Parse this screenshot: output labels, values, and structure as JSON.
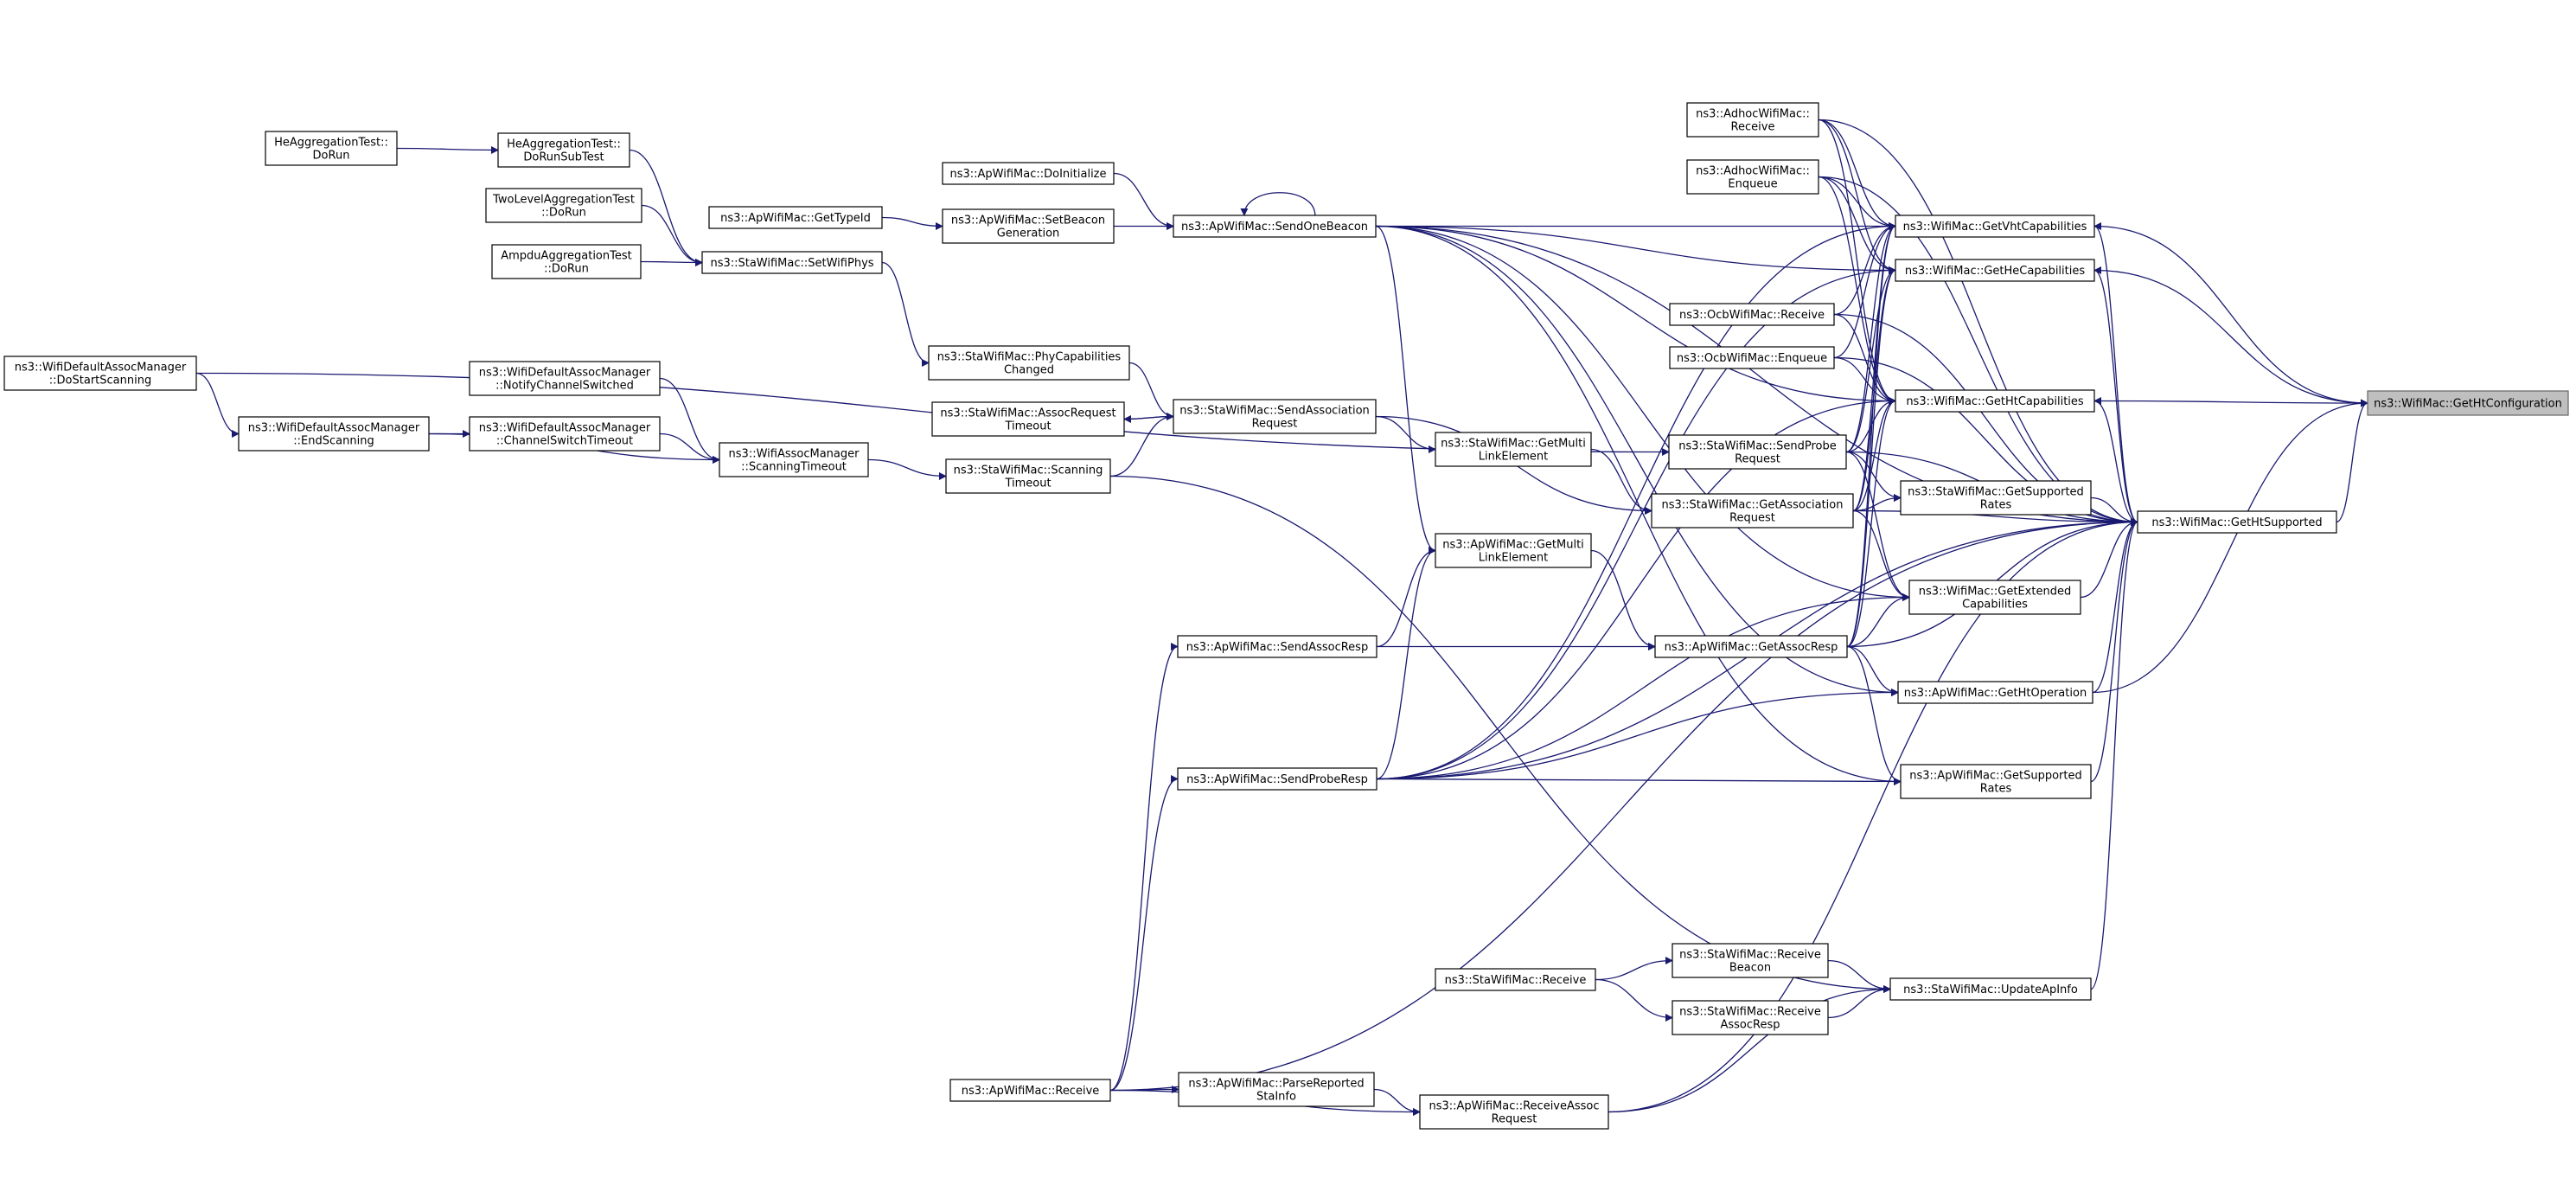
{
  "graph": {
    "kind": "caller graph",
    "colors": {
      "edge": "#191970",
      "node_border": "#000000",
      "root_fill": "#bfbfbf",
      "background": "#ffffff"
    },
    "nodes": [
      {
        "id": "root",
        "lines": [
          "ns3::WifiMac::GetHtConfiguration"
        ],
        "root": true
      },
      {
        "id": "vht",
        "lines": [
          "ns3::WifiMac::GetVhtCapabilities"
        ]
      },
      {
        "id": "he",
        "lines": [
          "ns3::WifiMac::GetHeCapabilities"
        ]
      },
      {
        "id": "htcap",
        "lines": [
          "ns3::WifiMac::GetHtCapabilities"
        ]
      },
      {
        "id": "htsup",
        "lines": [
          "ns3::WifiMac::GetHtSupported"
        ]
      },
      {
        "id": "adhocRecv",
        "lines": [
          "ns3::AdhocWifiMac::",
          "Receive"
        ]
      },
      {
        "id": "adhocEnq",
        "lines": [
          "ns3::AdhocWifiMac::",
          "Enqueue"
        ]
      },
      {
        "id": "ocbRecv",
        "lines": [
          "ns3::OcbWifiMac::Receive"
        ]
      },
      {
        "id": "ocbEnq",
        "lines": [
          "ns3::OcbWifiMac::Enqueue"
        ]
      },
      {
        "id": "staProbe",
        "lines": [
          "ns3::StaWifiMac::SendProbe",
          "Request"
        ]
      },
      {
        "id": "staSuppRates",
        "lines": [
          "ns3::StaWifiMac::GetSupported",
          "Rates"
        ]
      },
      {
        "id": "staGetAssoc",
        "lines": [
          "ns3::StaWifiMac::GetAssociation",
          "Request"
        ]
      },
      {
        "id": "extCap",
        "lines": [
          "ns3::WifiMac::GetExtended",
          "Capabilities"
        ]
      },
      {
        "id": "apGetAssocResp",
        "lines": [
          "ns3::ApWifiMac::GetAssocResp"
        ]
      },
      {
        "id": "apHtOp",
        "lines": [
          "ns3::ApWifiMac::GetHtOperation"
        ]
      },
      {
        "id": "apSuppRates",
        "lines": [
          "ns3::ApWifiMac::GetSupported",
          "Rates"
        ]
      },
      {
        "id": "staUpdateAp",
        "lines": [
          "ns3::StaWifiMac::UpdateApInfo"
        ]
      },
      {
        "id": "staRecvBeacon",
        "lines": [
          "ns3::StaWifiMac::Receive",
          "Beacon"
        ]
      },
      {
        "id": "staRecvAssocResp",
        "lines": [
          "ns3::StaWifiMac::Receive",
          "AssocResp"
        ]
      },
      {
        "id": "staRecv",
        "lines": [
          "ns3::StaWifiMac::Receive"
        ]
      },
      {
        "id": "apRecvAssocReq",
        "lines": [
          "ns3::ApWifiMac::ReceiveAssoc",
          "Request"
        ]
      },
      {
        "id": "apParseReported",
        "lines": [
          "ns3::ApWifiMac::ParseReported",
          "StaInfo"
        ]
      },
      {
        "id": "apRecv",
        "lines": [
          "ns3::ApWifiMac::Receive"
        ]
      },
      {
        "id": "apSendOneBeacon",
        "lines": [
          "ns3::ApWifiMac::SendOneBeacon"
        ]
      },
      {
        "id": "apSetBeaconGen",
        "lines": [
          "ns3::ApWifiMac::SetBeacon",
          "Generation"
        ]
      },
      {
        "id": "apGetTypeId",
        "lines": [
          "ns3::ApWifiMac::GetTypeId"
        ]
      },
      {
        "id": "apDoInit",
        "lines": [
          "ns3::ApWifiMac::DoInitialize"
        ]
      },
      {
        "id": "staGetMultiLink",
        "lines": [
          "ns3::StaWifiMac::GetMulti",
          "LinkElement"
        ]
      },
      {
        "id": "apGetMultiLink",
        "lines": [
          "ns3::ApWifiMac::GetMulti",
          "LinkElement"
        ]
      },
      {
        "id": "staSendAssocReq",
        "lines": [
          "ns3::StaWifiMac::SendAssociation",
          "Request"
        ]
      },
      {
        "id": "staAssocReqTimeout",
        "lines": [
          "ns3::StaWifiMac::AssocRequest",
          "Timeout"
        ]
      },
      {
        "id": "staPhyCapChanged",
        "lines": [
          "ns3::StaWifiMac::PhyCapabilities",
          "Changed"
        ]
      },
      {
        "id": "staScanTimeout",
        "lines": [
          "ns3::StaWifiMac::Scanning",
          "Timeout"
        ]
      },
      {
        "id": "apSendAssocResp",
        "lines": [
          "ns3::ApWifiMac::SendAssocResp"
        ]
      },
      {
        "id": "apSendProbeResp",
        "lines": [
          "ns3::ApWifiMac::SendProbeResp"
        ]
      },
      {
        "id": "staSetWifiPhys",
        "lines": [
          "ns3::StaWifiMac::SetWifiPhys"
        ]
      },
      {
        "id": "heAggSub",
        "lines": [
          "HeAggregationTest::",
          "DoRunSubTest"
        ]
      },
      {
        "id": "heAggRun",
        "lines": [
          "HeAggregationTest::",
          "DoRun"
        ]
      },
      {
        "id": "twoLevel",
        "lines": [
          "TwoLevelAggregationTest",
          "::DoRun"
        ]
      },
      {
        "id": "ampdu",
        "lines": [
          "AmpduAggregationTest",
          "::DoRun"
        ]
      },
      {
        "id": "wamScanTimeout",
        "lines": [
          "ns3::WifiAssocManager",
          "::ScanningTimeout"
        ]
      },
      {
        "id": "wdamNotify",
        "lines": [
          "ns3::WifiDefaultAssocManager",
          "::NotifyChannelSwitched"
        ]
      },
      {
        "id": "wdamChSwTimeout",
        "lines": [
          "ns3::WifiDefaultAssocManager",
          "::ChannelSwitchTimeout"
        ]
      },
      {
        "id": "wdamEndScan",
        "lines": [
          "ns3::WifiDefaultAssocManager",
          "::EndScanning"
        ]
      },
      {
        "id": "wdamDoStartScan",
        "lines": [
          "ns3::WifiDefaultAssocManager",
          "::DoStartScanning"
        ]
      }
    ]
  }
}
